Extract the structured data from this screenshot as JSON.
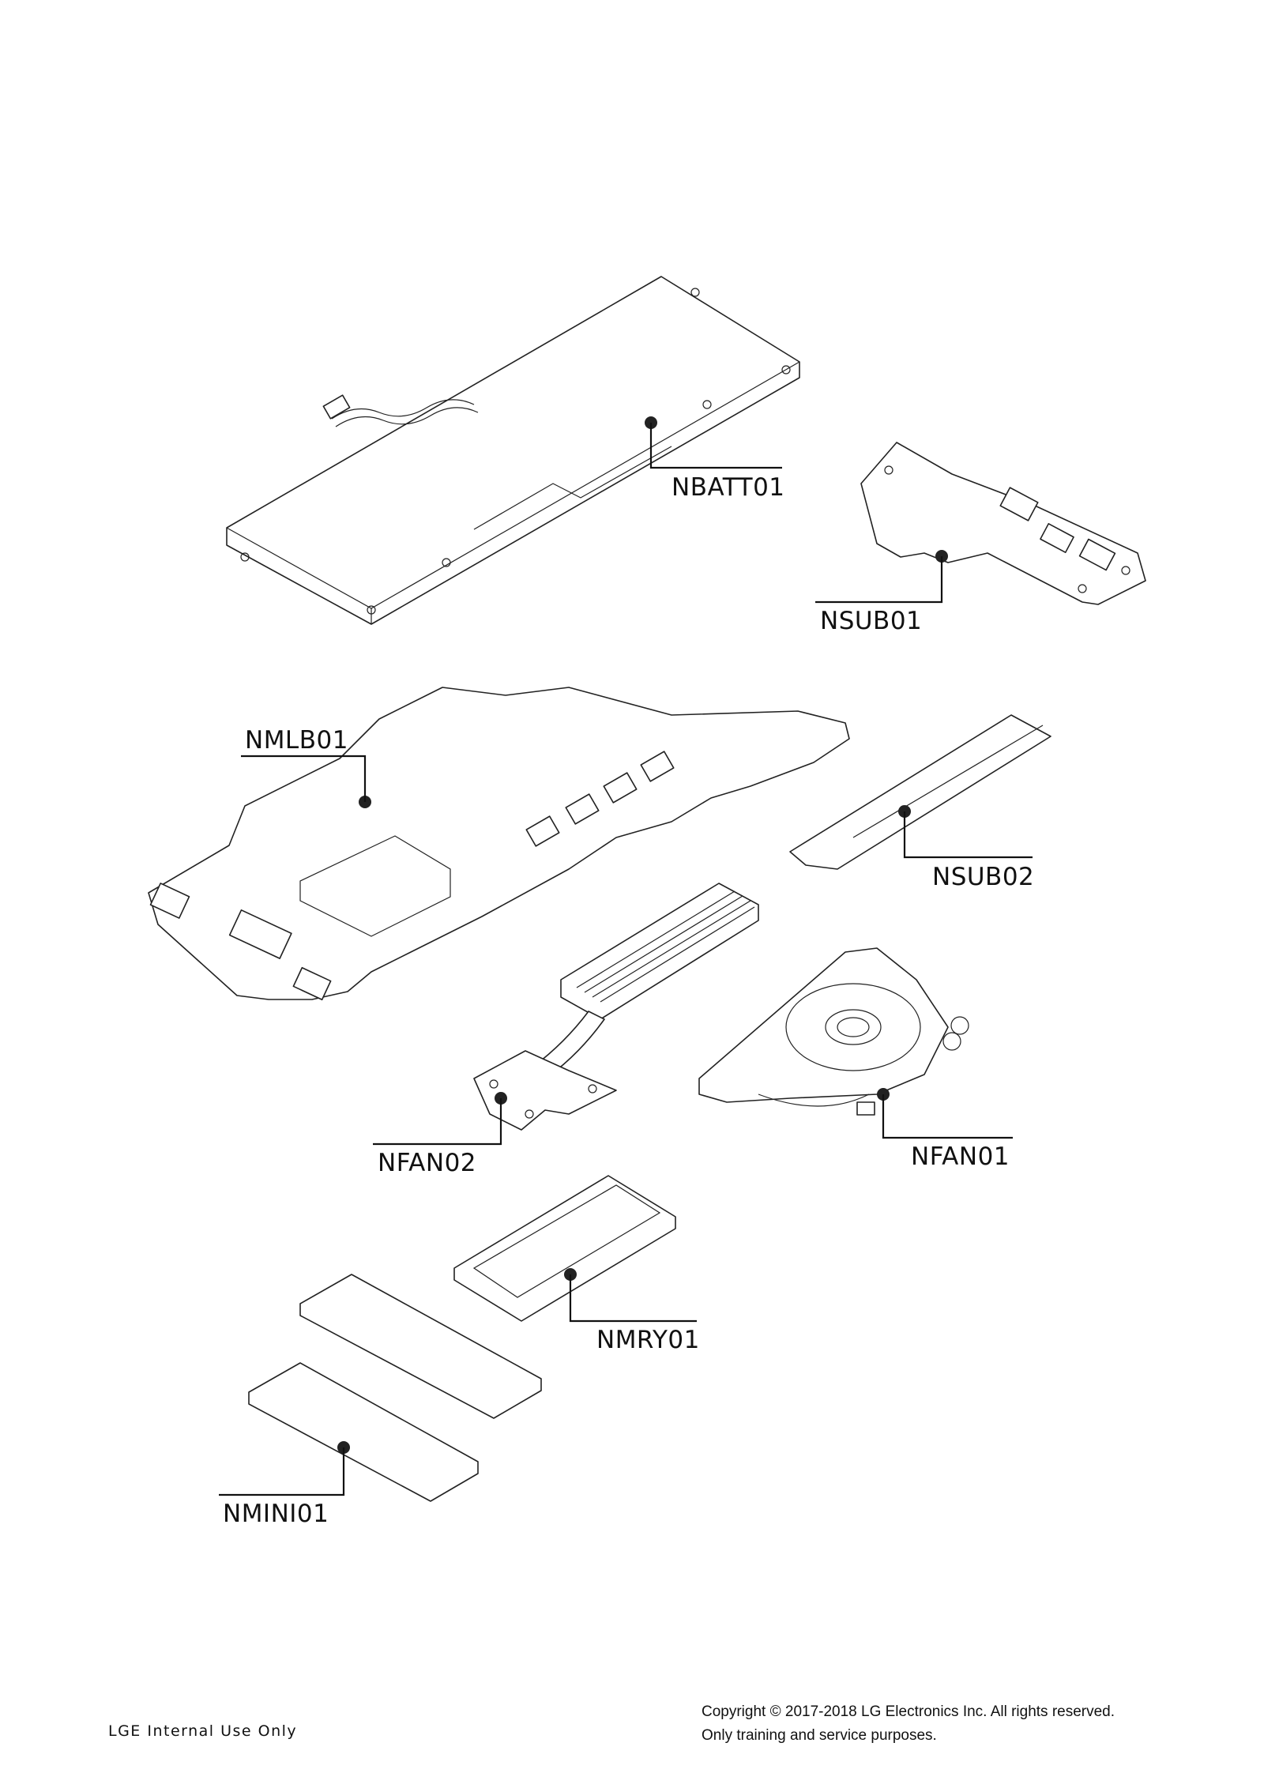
{
  "callouts": {
    "nbatt01": "NBATT01",
    "nsub01": "NSUB01",
    "nmlb01": "NMLB01",
    "nsub02": "NSUB02",
    "nfan02": "NFAN02",
    "nfan01": "NFAN01",
    "nmry01": "NMRY01",
    "nmini01": "NMINI01"
  },
  "footer": {
    "internal": "LGE Internal Use Only",
    "copyright": "Copyright © 2017-2018 LG Electronics Inc. All rights reserved.",
    "purpose": "Only training and service purposes."
  }
}
